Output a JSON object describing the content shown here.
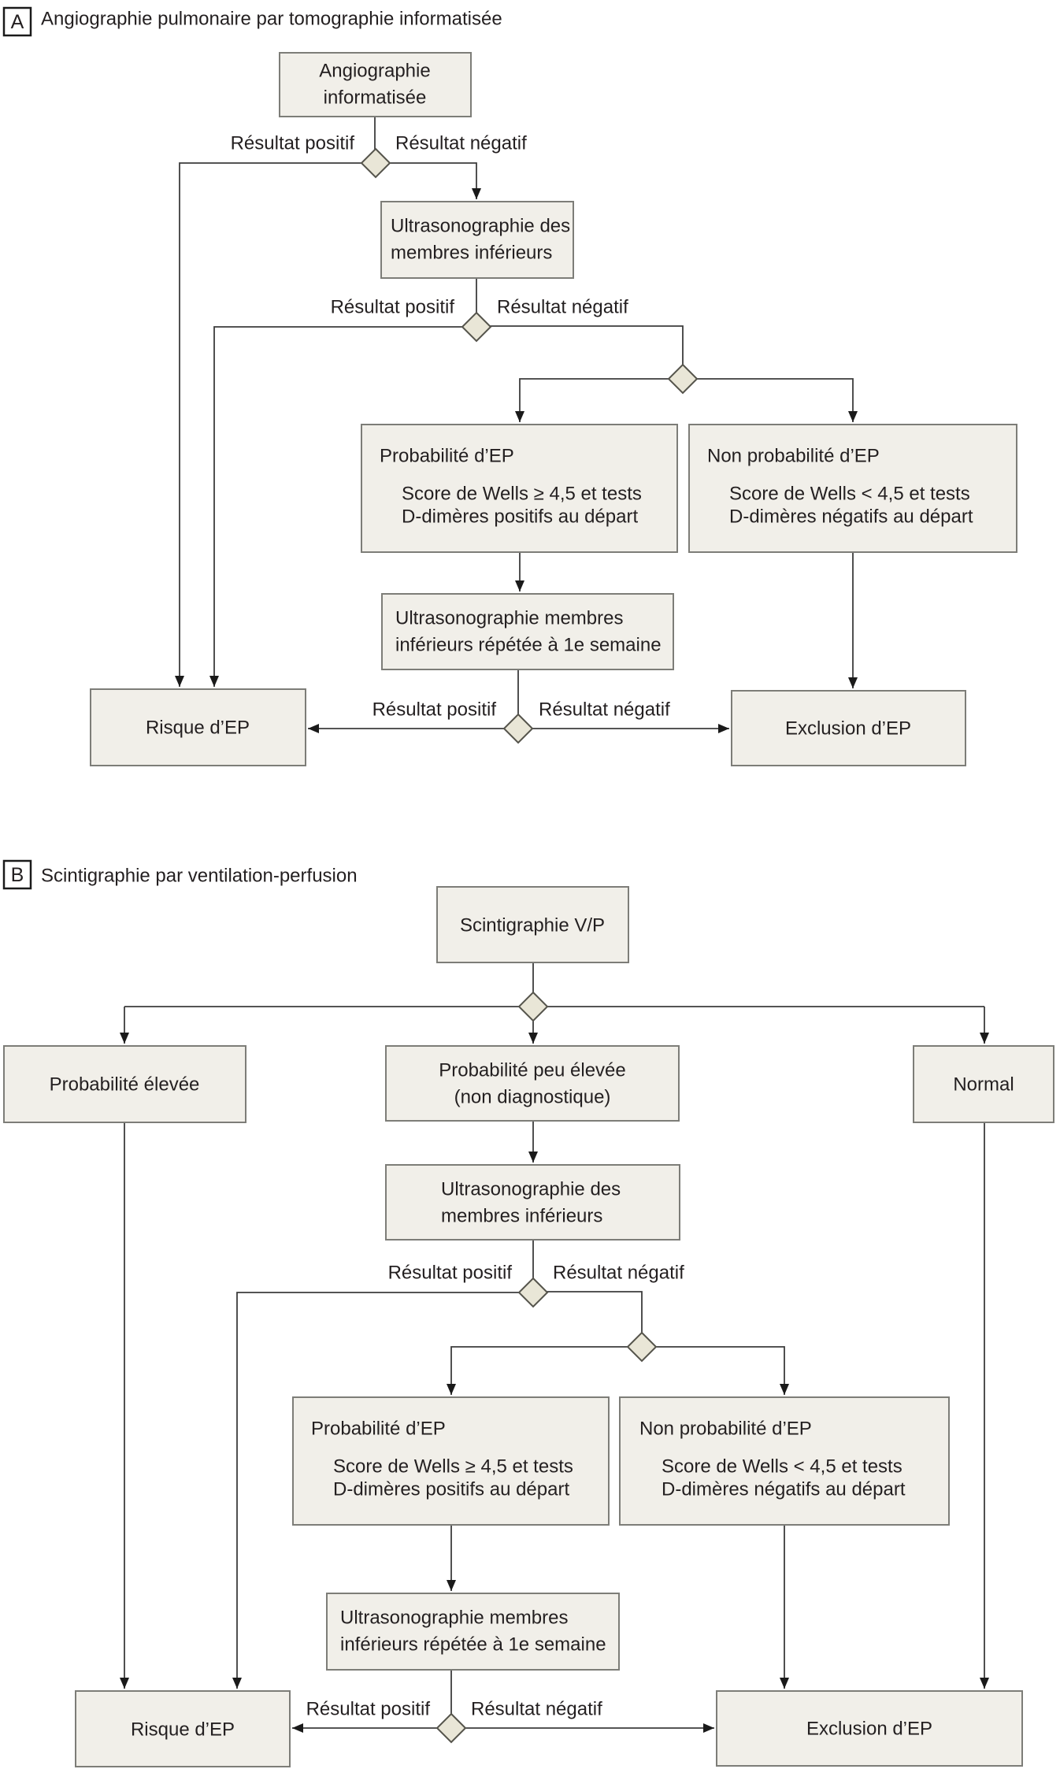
{
  "colors": {
    "background": "#ffffff",
    "node_fill": "#f1efe9",
    "node_border": "#7d7d78",
    "diamond_fill": "#e9e6d7",
    "diamond_border": "#55544c",
    "line": "#3d3d3d",
    "arrow": "#1a1a1a",
    "text": "#231f20"
  },
  "panel_a": {
    "tag": "A",
    "title": "Angiographie pulmonaire par tomographie informatisée",
    "edge_labels": {
      "positive": "Résultat positif",
      "negative": "Résultat négatif"
    },
    "nodes": {
      "angiography": {
        "lines": [
          "Angiographie",
          "informatisée"
        ]
      },
      "ultrasound": {
        "lines": [
          "Ultrasonographie des",
          "membres inférieurs"
        ]
      },
      "probable": {
        "heading": "Probabilité d’EP",
        "lines": [
          "Score de Wells ≥ 4,5 et tests",
          "D-dimères positifs au départ"
        ]
      },
      "not_probable": {
        "heading": "Non probabilité d’EP",
        "lines": [
          "Score de Wells < 4,5 et tests",
          "D-dimères négatifs au départ"
        ]
      },
      "ultrasound_repeat": {
        "lines": [
          "Ultrasonographie membres",
          "inférieurs répétée à 1e semaine"
        ]
      },
      "risk": {
        "label": "Risque d’EP"
      },
      "exclusion": {
        "label": "Exclusion d’EP"
      }
    }
  },
  "panel_b": {
    "tag": "B",
    "title": "Scintigraphie par ventilation-perfusion",
    "edge_labels": {
      "positive": "Résultat positif",
      "negative": "Résultat négatif"
    },
    "nodes": {
      "scintigraphy": {
        "label": "Scintigraphie V/P"
      },
      "high_probability": {
        "label": "Probabilité élevée"
      },
      "low_probability": {
        "lines": [
          "Probabilité peu élevée",
          "(non diagnostique)"
        ]
      },
      "normal": {
        "label": "Normal"
      },
      "ultrasound": {
        "lines": [
          "Ultrasonographie des",
          "membres inférieurs"
        ]
      },
      "probable": {
        "heading": "Probabilité d’EP",
        "lines": [
          "Score de Wells ≥ 4,5 et tests",
          "D-dimères positifs au départ"
        ]
      },
      "not_probable": {
        "heading": "Non probabilité d’EP",
        "lines": [
          "Score de Wells < 4,5 et tests",
          "D-dimères négatifs au départ"
        ]
      },
      "ultrasound_repeat": {
        "lines": [
          "Ultrasonographie membres",
          "inférieurs répétée à 1e semaine"
        ]
      },
      "risk": {
        "label": "Risque d’EP"
      },
      "exclusion": {
        "label": "Exclusion d’EP"
      }
    }
  }
}
